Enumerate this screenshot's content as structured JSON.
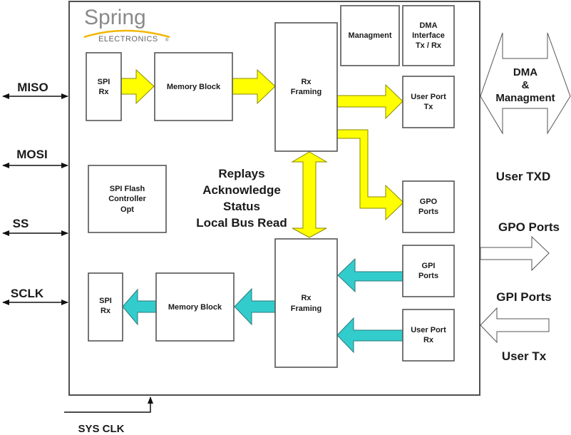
{
  "logo": {
    "brand": "Spring",
    "sub": "ELECTRONICS",
    "mark": "®",
    "accent": "#f2b600"
  },
  "signals_left": [
    {
      "id": "miso",
      "label": "MISO"
    },
    {
      "id": "mosi",
      "label": "MOSI"
    },
    {
      "id": "ss",
      "label": "SS"
    },
    {
      "id": "sclk",
      "label": "SCLK"
    }
  ],
  "sys_clk": "SYS CLK",
  "blocks": {
    "spi_rx_top": [
      "SPI",
      "Rx"
    ],
    "memory_top": [
      "Memory Block"
    ],
    "rx_framing_top": [
      "Rx",
      "Framing"
    ],
    "managment": [
      "Managment"
    ],
    "dma_interface": [
      "DMA",
      "Interface",
      "Tx / Rx"
    ],
    "user_port_tx": [
      "User Port",
      "Tx"
    ],
    "gpo_ports": [
      "GPO",
      "Ports"
    ],
    "spi_flash": [
      "SPI Flash",
      "Controller",
      "Opt"
    ],
    "rx_framing_bottom": [
      "Rx",
      "Framing"
    ],
    "gpi_ports": [
      "GPI",
      "Ports"
    ],
    "user_port_rx": [
      "User Port",
      "Rx"
    ],
    "spi_rx_bottom": [
      "SPI",
      "Rx"
    ],
    "memory_bottom": [
      "Memory Block"
    ]
  },
  "center_text": [
    "Replays",
    "Acknowledge",
    "Status",
    "Local Bus Read"
  ],
  "right_side": {
    "dma_arrow": [
      "DMA",
      "&",
      "Managment"
    ],
    "user_txd": "User TXD",
    "gpo_ports": "GPO Ports",
    "gpi_ports": "GPI Ports",
    "user_tx": "User Tx"
  },
  "colors": {
    "tx_arrow": "#ffff00",
    "rx_arrow": "#33cccc"
  }
}
